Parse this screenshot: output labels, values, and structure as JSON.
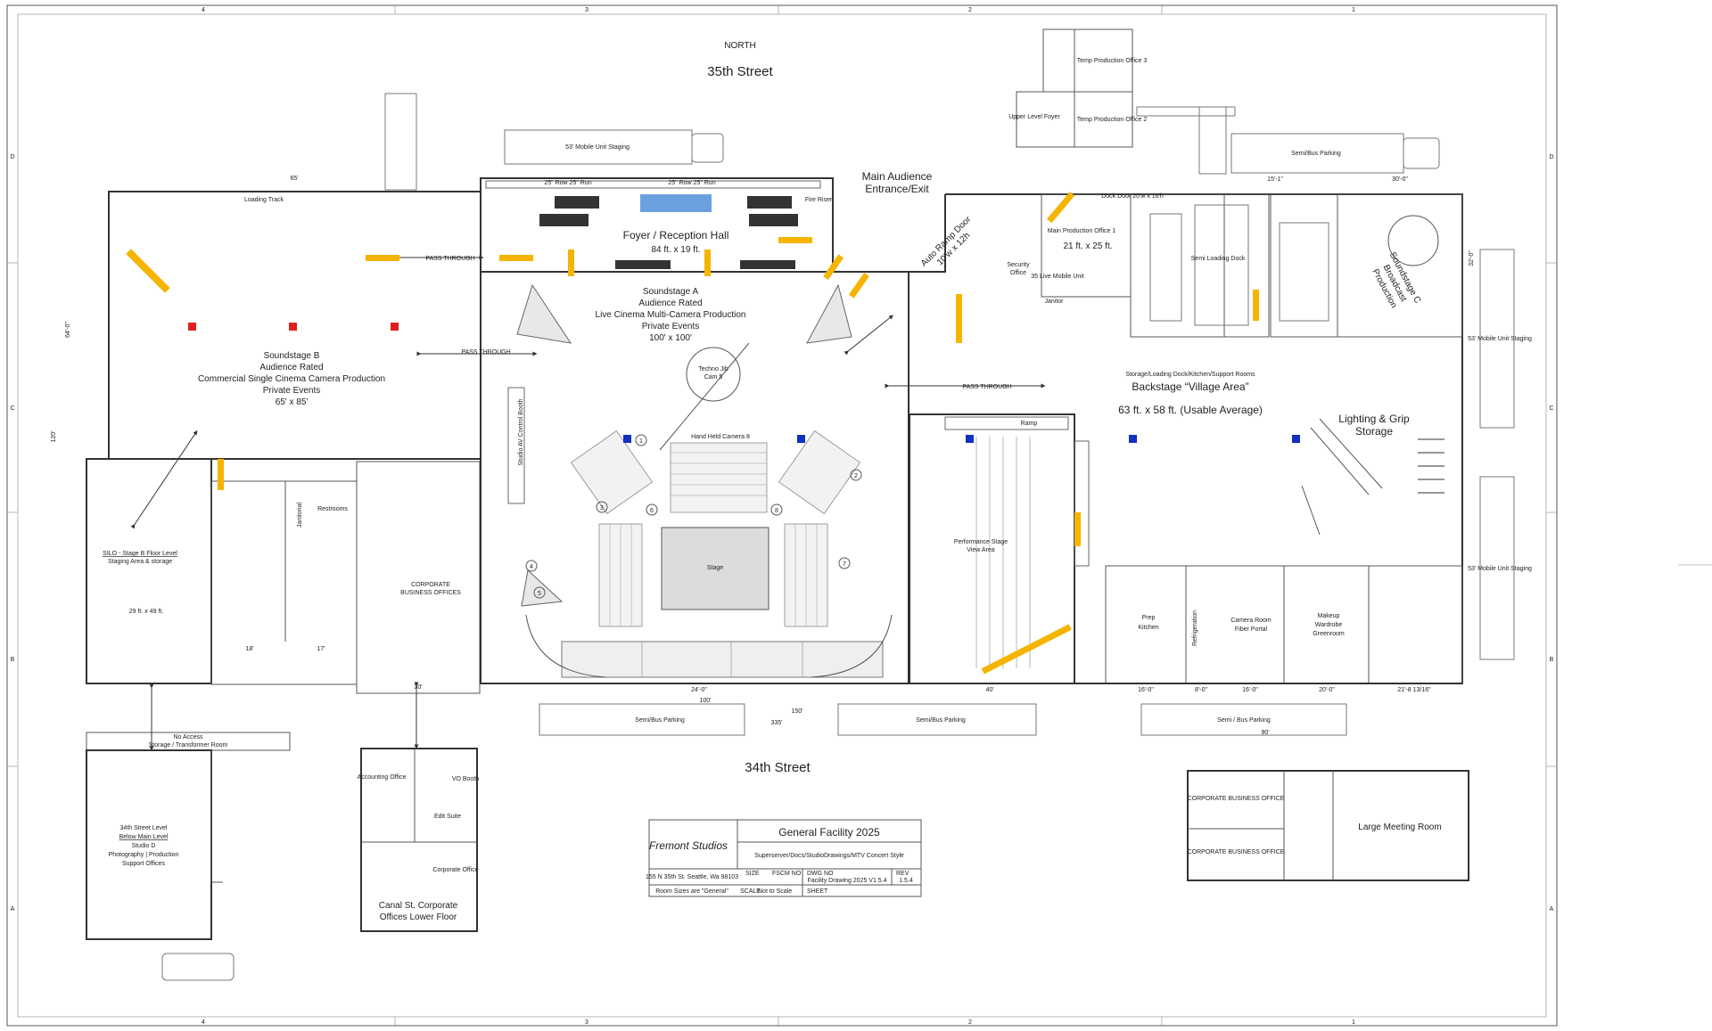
{
  "border": {
    "columns_top": [
      "4",
      "3",
      "2",
      "1"
    ],
    "columns_bottom": [
      "4",
      "3",
      "2",
      "1"
    ],
    "rows_left": [
      "D",
      "C",
      "B",
      "A"
    ],
    "rows_right": [
      "D",
      "C",
      "B",
      "A"
    ]
  },
  "streets": {
    "north_marker": "NORTH",
    "north_street": "35th Street",
    "south_street": "34th Street"
  },
  "entrance": {
    "main_audience_line1": "Main Audience",
    "main_audience_line2": "Entrance/Exit",
    "ramp_door_line1": "Auto Ramp Door",
    "ramp_door_line2": "10'w x 12h"
  },
  "rooms": {
    "foyer_title": "Foyer / Reception Hall",
    "foyer_size": "84 ft. x 19 ft.",
    "stageA_line1": "Soundstage A",
    "stageA_line2": "Audience Rated",
    "stageA_line3": "Live Cinema Multi-Camera Production",
    "stageA_line4": "Private Events",
    "stageA_line5": "100' x 100'",
    "stageB_line1": "Soundstage B",
    "stageB_line2": "Audience Rated",
    "stageB_line3": "Commercial Single Cinema Camera Production",
    "stageB_line4": "Private Events",
    "stageB_line5": "65' x 85'",
    "stageC_line1": "Soundstage C",
    "stageC_line2": "Broadcast",
    "stageC_line3": "Production",
    "silo_line1": "SILO - Stage B Floor Level",
    "silo_line2": "Staging Area & storage",
    "silo_size": "29 ft. x 49 ft.",
    "main_prod_office": "Main Production Office 1",
    "main_prod_size": "21 ft. x 25 ft.",
    "security_line1": "Security",
    "security_line2": "Office",
    "janitor": "Janitor",
    "janitorial": "Janitorial",
    "restrooms": "Restrooms",
    "corporate_line1": "CORPORATE",
    "corporate_line2": "BUSINESS OFFICES",
    "backstage_line1": "Storage/Loading Dock/Kitchen/Support Rooms",
    "backstage_line2": "Backstage “Village Area”",
    "backstage_size": "63 ft. x 58 ft. (Usable Average)",
    "lighting_line1": "Lighting & Grip",
    "lighting_line2": "Storage",
    "prep_line1": "Prep",
    "prep_line2": "Kitchen",
    "refrigeration": "Refrigeration",
    "camera_line1": "Camera Room",
    "camera_line2": "Fiber Portal",
    "makeup_line1": "Makeup",
    "makeup_line2": "Wardrobe",
    "makeup_line3": "Greenroom",
    "performance_line1": "Performance Stage",
    "performance_line2": "View Area",
    "stage": "Stage",
    "ramp": "Ramp",
    "techno_line1": "Techno Jib",
    "techno_line2": "Cam 5",
    "handheld": "Hand Held Camera 8",
    "temp_office3": "Temp Production Office 3",
    "temp_office2": "Temp Production Office 2",
    "upper_foyer": "Upper Level Foyer",
    "live_mobile": "35 Live Mobile Unit",
    "semi_loading": "Semi Loading Dock",
    "studio_av": "Studio AV Control Booth",
    "ladder_track": "Loading Track"
  },
  "labels": {
    "pass_through": "PASS THROUGH",
    "mobile_unit_staging": "53' Mobile Unit Staging",
    "semi_bus_parking": "Semi/Bus Parking",
    "semi_bus_parking2": "Semi / Bus Parking",
    "row_25": "25\" Row  25\" Run",
    "dock_door": "Dock Door 20'w x 16'h",
    "no_access_line1": "No Access",
    "no_access_line2": "Storage / Transformer Room",
    "fire_riser": "Fire Riser"
  },
  "dimensions": {
    "d_65": "65'",
    "d_64": "64'-0\"",
    "d_120": "120'",
    "d_18": "18'",
    "d_17": "17'",
    "d_30": "30'",
    "d_24": "24'-0\"",
    "d_100": "100'",
    "d_150": "150'",
    "d_335": "335'",
    "d_40": "40'",
    "d_16": "16'-0\"",
    "d_8": "8'-0\"",
    "d_16b": "16'-0\"",
    "d_20": "20'-0\"",
    "d_21": "21'-8 13/16\"",
    "d_90": "90'",
    "d_151": "15'-1\"",
    "d_300": "30'-0\"",
    "d_320": "32'-0\""
  },
  "cameras": [
    "1",
    "2",
    "3",
    "4",
    "5",
    "6",
    "7",
    "8"
  ],
  "insets": {
    "studioD_line1": "34th Street Level",
    "studioD_line2": "Below Main Level",
    "studioD_line3": "Studio D",
    "studioD_line4": "Photography | Production",
    "studioD_line5": "Support Offices",
    "canal_line1": "Canal St. Corporate",
    "canal_line2": "Offices Lower Floor",
    "accounting": "Accounting Office",
    "edit_suite": "Edit Suite",
    "vo_booth": "VO Booth",
    "corporate_office": "Corporate Office",
    "corp_bo_1": "CORPORATE BUSINESS OFFICE",
    "corp_bo_2": "CORPORATE BUSINESS OFFICE",
    "large_meeting": "Large Meeting Room"
  },
  "title_block": {
    "logo": "Fremont Studios",
    "title": "General Facility 2025",
    "path": "Superserver/Docs/StudioDrawings/MTV Concert Style",
    "address": "155 N 35th St. Seattle, Wa 98103",
    "size_label": "SIZE",
    "fscm_label": "FSCM NO",
    "dwg_label": "DWG NO",
    "rev_label": "REV",
    "dwg_value": "Facility Drawing 2025 V1.5.4",
    "rev_value": "1.5.4",
    "note": "Room Sizes are \"General\"",
    "scale_label": "SCALE",
    "scale_value": "Not to Scale",
    "sheet_label": "SHEET"
  },
  "colors": {
    "arrow": "#f5b400",
    "red_marker": "#e02020",
    "blue_marker": "#1030c0",
    "foyer_seats": "#6aa0e0"
  }
}
